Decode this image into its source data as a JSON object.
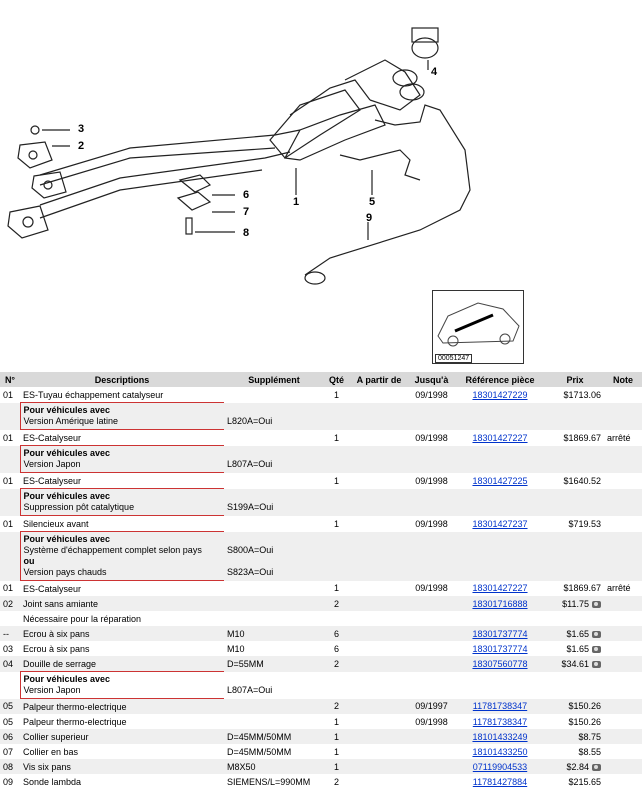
{
  "diagram": {
    "callouts": [
      "1",
      "2",
      "3",
      "4",
      "5",
      "6",
      "7",
      "8",
      "9"
    ],
    "image_ref": "00051247"
  },
  "table": {
    "headers": [
      "N°",
      "Descriptions",
      "Supplément",
      "Qté",
      "A partir de",
      "Jusqu'à",
      "Référence pièce",
      "Prix",
      "Note"
    ],
    "rows": [
      {
        "type": "part",
        "no": "01",
        "desc": "ES-Tuyau échappement catalyseur",
        "supp": "",
        "qty": "1",
        "from": "",
        "to": "09/1998",
        "ref": "18301427229",
        "price": "$1713.06",
        "note": "",
        "cam": false
      },
      {
        "type": "cond",
        "lines": [
          {
            "t": "Pour véhicules avec",
            "b": true,
            "s": ""
          },
          {
            "t": "Version Amérique latine",
            "b": false,
            "s": "L820A=Oui"
          }
        ]
      },
      {
        "type": "part",
        "no": "01",
        "desc": "ES-Catalyseur",
        "supp": "",
        "qty": "1",
        "from": "",
        "to": "09/1998",
        "ref": "18301427227",
        "price": "$1869.67",
        "note": "arrêté",
        "cam": false
      },
      {
        "type": "cond",
        "lines": [
          {
            "t": "Pour véhicules avec",
            "b": true,
            "s": ""
          },
          {
            "t": "Version Japon",
            "b": false,
            "s": "L807A=Oui"
          }
        ]
      },
      {
        "type": "part",
        "no": "01",
        "desc": "ES-Catalyseur",
        "supp": "",
        "qty": "1",
        "from": "",
        "to": "09/1998",
        "ref": "18301427225",
        "price": "$1640.52",
        "note": "",
        "cam": false
      },
      {
        "type": "cond",
        "lines": [
          {
            "t": "Pour véhicules avec",
            "b": true,
            "s": ""
          },
          {
            "t": "Suppression pôt catalytique",
            "b": false,
            "s": "S199A=Oui"
          }
        ]
      },
      {
        "type": "part",
        "no": "01",
        "desc": "Silencieux avant",
        "supp": "",
        "qty": "1",
        "from": "",
        "to": "09/1998",
        "ref": "18301427237",
        "price": "$719.53",
        "note": "",
        "cam": false
      },
      {
        "type": "cond",
        "lines": [
          {
            "t": "Pour véhicules avec",
            "b": true,
            "s": ""
          },
          {
            "t": "Système d'échappement complet selon pays",
            "b": false,
            "s": "S800A=Oui"
          },
          {
            "t": "ou",
            "b": true,
            "s": ""
          },
          {
            "t": "Version pays chauds",
            "b": false,
            "s": "S823A=Oui"
          }
        ]
      },
      {
        "type": "part",
        "no": "01",
        "desc": "ES-Catalyseur",
        "supp": "",
        "qty": "1",
        "from": "",
        "to": "09/1998",
        "ref": "18301427227",
        "price": "$1869.67",
        "note": "arrêté",
        "cam": false
      },
      {
        "type": "part",
        "no": "02",
        "desc": "Joint sans amiante",
        "supp": "",
        "qty": "2",
        "from": "",
        "to": "",
        "ref": "18301716888",
        "price": "$11.75",
        "note": "",
        "cam": true
      },
      {
        "type": "note",
        "text": "Nécessaire pour la réparation"
      },
      {
        "type": "part",
        "no": "--",
        "desc": "Ecrou à six pans",
        "supp": "M10",
        "qty": "6",
        "from": "",
        "to": "",
        "ref": "18301737774",
        "price": "$1.65",
        "note": "",
        "cam": true
      },
      {
        "type": "part",
        "no": "03",
        "desc": "Ecrou à six pans",
        "supp": "M10",
        "qty": "6",
        "from": "",
        "to": "",
        "ref": "18301737774",
        "price": "$1.65",
        "note": "",
        "cam": true
      },
      {
        "type": "part",
        "no": "04",
        "desc": "Douille de serrage",
        "supp": "D=55MM",
        "qty": "2",
        "from": "",
        "to": "",
        "ref": "18307560778",
        "price": "$34.61",
        "note": "",
        "cam": true
      },
      {
        "type": "cond",
        "lines": [
          {
            "t": "Pour véhicules avec",
            "b": true,
            "s": ""
          },
          {
            "t": "Version Japon",
            "b": false,
            "s": "L807A=Oui"
          }
        ]
      },
      {
        "type": "part",
        "no": "05",
        "desc": "Palpeur thermo-electrique",
        "supp": "",
        "qty": "2",
        "from": "",
        "to": "09/1997",
        "ref": "11781738347",
        "price": "$150.26",
        "note": "",
        "cam": false
      },
      {
        "type": "part",
        "no": "05",
        "desc": "Palpeur thermo-electrique",
        "supp": "",
        "qty": "1",
        "from": "",
        "to": "09/1998",
        "ref": "11781738347",
        "price": "$150.26",
        "note": "",
        "cam": false
      },
      {
        "type": "part",
        "no": "06",
        "desc": "Collier superieur",
        "supp": "D=45MM/50MM",
        "qty": "1",
        "from": "",
        "to": "",
        "ref": "18101433249",
        "price": "$8.75",
        "note": "",
        "cam": false
      },
      {
        "type": "part",
        "no": "07",
        "desc": "Collier en bas",
        "supp": "D=45MM/50MM",
        "qty": "1",
        "from": "",
        "to": "",
        "ref": "18101433250",
        "price": "$8.55",
        "note": "",
        "cam": false
      },
      {
        "type": "part",
        "no": "08",
        "desc": "Vis six pans",
        "supp": "M8X50",
        "qty": "1",
        "from": "",
        "to": "",
        "ref": "07119904533",
        "price": "$2.84",
        "note": "",
        "cam": true
      },
      {
        "type": "part",
        "no": "09",
        "desc": "Sonde lambda",
        "supp": "SIEMENS/L=990MM",
        "qty": "2",
        "from": "",
        "to": "",
        "ref": "11781427884",
        "price": "$215.65",
        "note": "",
        "cam": false
      }
    ]
  }
}
